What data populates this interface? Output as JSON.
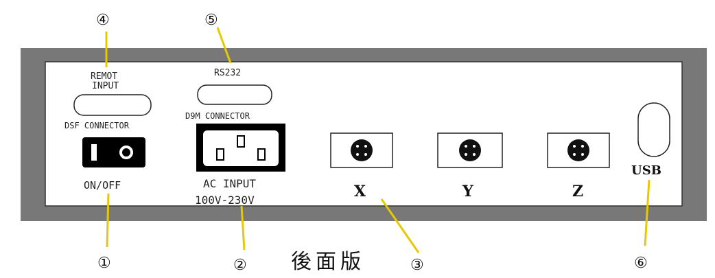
{
  "callouts": {
    "c1": "①",
    "c2": "②",
    "c3": "③",
    "c4": "④",
    "c5": "⑤",
    "c6": "⑥"
  },
  "labels": {
    "remote_line1": "REMOT",
    "remote_line2": "INPUT",
    "dsf_connector": "DSF CONNECTOR",
    "rs232": "RS232",
    "d9m_connector": "D9M CONNECTOR",
    "on_off": "ON/OFF",
    "ac_input": "AC INPUT",
    "voltage": "100V-230V",
    "axis_x": "X",
    "axis_y": "Y",
    "axis_z": "Z",
    "usb": "USB",
    "caption": "後面版"
  },
  "colors": {
    "panel_frame": "#787878",
    "panel_face": "#ffffff",
    "callout_line": "#e8c800",
    "ink": "#111111"
  }
}
